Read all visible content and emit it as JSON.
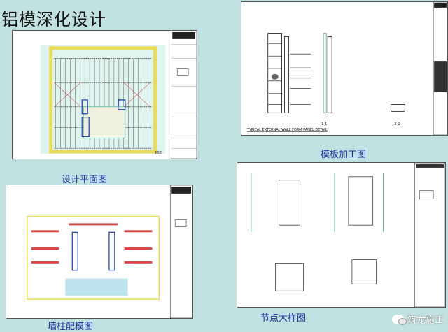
{
  "title": "铝模深化设计",
  "panels": [
    {
      "caption": "设计平面图",
      "drawing_note": "J布E"
    },
    {
      "caption": "模板加工图",
      "drawing_title": "TYPICAL EXTERNAL WALL FORM PANEL DETAIL",
      "section_a": "1-1",
      "section_b": "2-2"
    },
    {
      "caption": "墙柱配模图"
    },
    {
      "caption": "节点大样图"
    }
  ],
  "watermark": "筑龙施工",
  "colors": {
    "background": "#c2e1e2",
    "caption": "#1d2f9a"
  }
}
